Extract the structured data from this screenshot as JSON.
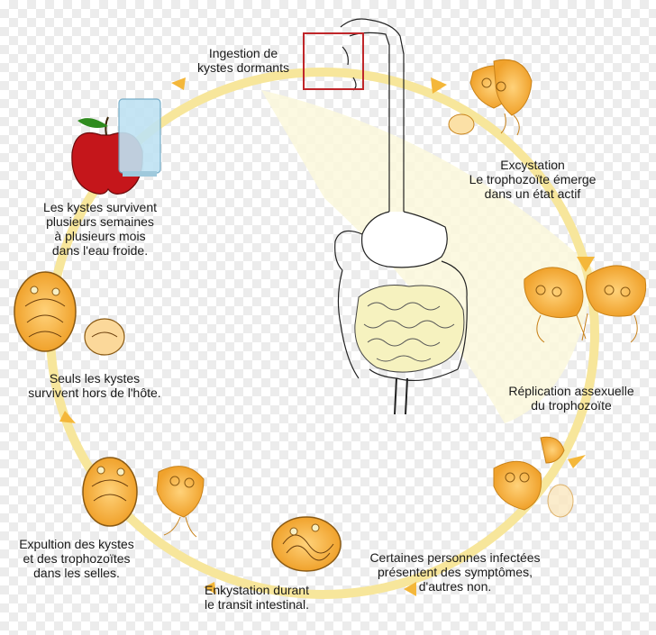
{
  "colors": {
    "ring": "#f7e69b",
    "arrow": "#f4b73a",
    "intestine": "#f6f2bf",
    "organism_fill": "#f8b84a",
    "organism_stroke": "#c8821a",
    "highlight_box": "#c0262a",
    "apple": "#c5161b",
    "glass": "#bfe3f3"
  },
  "labels": {
    "ingestion": "Ingestion de\nkystes dormants",
    "excystation": "Excystation\nLe trophozoïte émerge\ndans un état actif",
    "replication": "Réplication assexuelle\ndu trophozoïte",
    "symptoms": "Certaines personnes infectées\nprésentent des symptômes,\nd'autres non.",
    "encystation": "Enkystation durant\nle transit intestinal.",
    "expulsion": "Expultion des kystes\net des trophozoïtes\ndans les selles.",
    "outside": "Seuls les kystes\nsurvivent hors de l'hôte.",
    "survive": "Les kystes survivent\nplusieurs semaines\nà plusieurs mois\ndans l'eau froide."
  }
}
